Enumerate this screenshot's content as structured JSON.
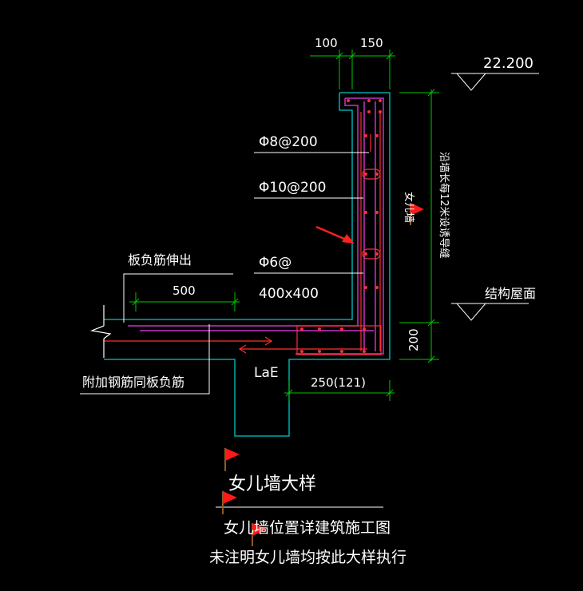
{
  "dims": {
    "d100": "100",
    "d150": "150",
    "d500": "500",
    "d200": "200",
    "d250": "250(121)",
    "lae": "LaE"
  },
  "elevations": {
    "top": "22.200",
    "roof": "结构屋面"
  },
  "rebar_labels": {
    "r1": "Φ8@200",
    "r2": "Φ10@200",
    "r3": "Φ6@",
    "r4": "400x400"
  },
  "annotations": {
    "slab_extend": "板负筋伸出",
    "additional": "附加钢筋同板负筋",
    "vertical_note": "女儿墙",
    "vertical_note2": "沿墙长每12米设诱导缝"
  },
  "title": {
    "main": "女儿墙大样",
    "note1": "女儿墙位置详建筑施工图",
    "note2": "未注明女儿墙均按此大样执行"
  },
  "colors": {
    "background": "#000000",
    "outline": "#00c8c8",
    "dimension": "#00c800",
    "rebar": "#c832c8",
    "stirrup": "#ff3030",
    "text": "#ffffff",
    "flag": "#ff1a1a"
  }
}
